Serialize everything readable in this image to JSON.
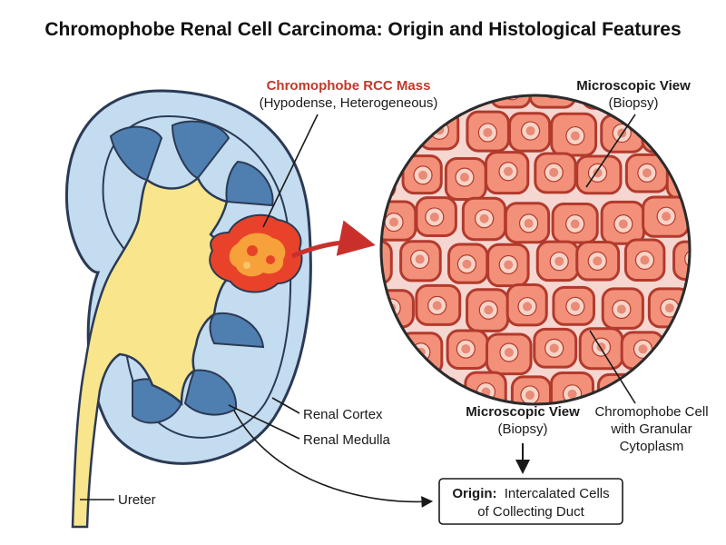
{
  "title": "Chromophobe Renal Cell Carcinoma: Origin and Histological Features",
  "labels": {
    "mass_title": "Chromophobe RCC Mass",
    "mass_sub": "(Hypodense, Heterogeneous)",
    "micro_top_title": "Microscopic View",
    "micro_top_sub": "(Biopsy)",
    "micro_mid_title": "Microscopic View",
    "micro_mid_sub": "(Biopsy)",
    "cell_line1": "Chromophobe Cell",
    "cell_line2": "with Granular",
    "cell_line3": "Cytoplasm",
    "cortex": "Renal Cortex",
    "medulla": "Renal Medulla",
    "ureter": "Ureter",
    "origin_bold": "Origin:",
    "origin_rest": "Intercalated Cells",
    "origin_line2": "of Collecting Duct"
  },
  "colors": {
    "cortex_fill": "#c4dcef",
    "outline": "#2b3a55",
    "pyramid": "#4f7fb0",
    "pelvis": "#f8e58c",
    "tumor": "#e8432a",
    "tumor_inner": "#f6a13a",
    "arrow": "#c9302c",
    "cell": "#f3907a",
    "cell_border": "#b23a2c",
    "nucleus": "#f7d4c8",
    "nucleus_center": "#e98b76"
  }
}
